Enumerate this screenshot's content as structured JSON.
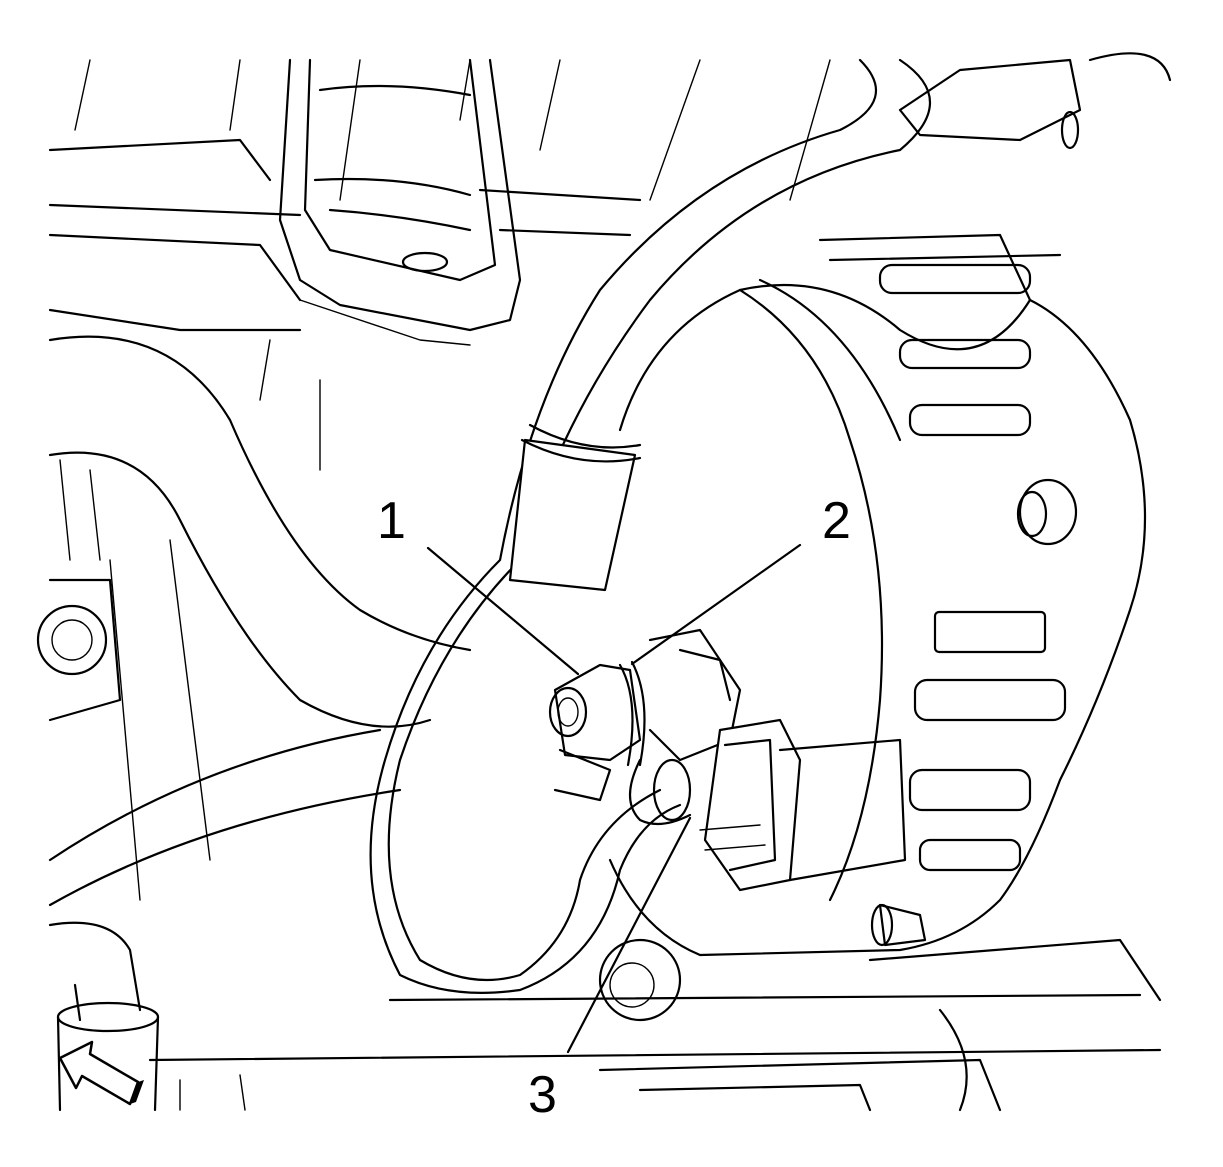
{
  "callouts": [
    {
      "id": "1",
      "label": "1"
    },
    {
      "id": "2",
      "label": "2"
    },
    {
      "id": "3",
      "label": "3"
    }
  ],
  "colors": {
    "line": "#000000",
    "background": "#ffffff"
  },
  "icons": {
    "direction": "arrow-icon"
  }
}
